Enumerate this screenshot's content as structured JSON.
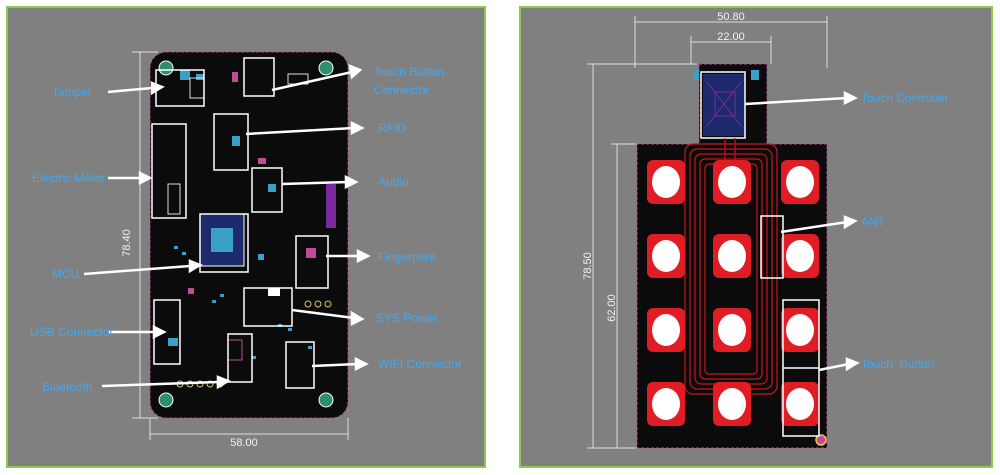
{
  "left_board": {
    "labels": {
      "tamper": "Tamper",
      "electric_motor": "Electric Motor",
      "mcu": "MCU",
      "usb_connector": "USB Connector",
      "bluetooth": "Bluetooth",
      "touch_button_connector_1": "Touch Button",
      "touch_button_connector_2": "Connector",
      "rfid": "RFID",
      "audio": "Audio",
      "fingerprint": "Fingerprint",
      "sys_power": "SYS Power",
      "wifi_connector": "WIFI Connector"
    },
    "dimensions": {
      "height": "78.40",
      "width": "58.00"
    }
  },
  "right_board": {
    "labels": {
      "touch_controller": "Touch Controller",
      "ant": "ANT",
      "touch_button": "Touch  Button"
    },
    "dimensions": {
      "width_top": "50.80",
      "width_tab": "22.00",
      "height_total": "78.50",
      "height_body": "62.00"
    }
  },
  "colors": {
    "panel_bg": "#808080",
    "panel_border": "#8fc84f",
    "board": "#0b0b0b",
    "label": "#3fa9f5",
    "pad_red": "#e01d24",
    "trace_red": "#c4161c",
    "highlight": "#ffffff",
    "mounting_hole": "#2f8f6a"
  }
}
